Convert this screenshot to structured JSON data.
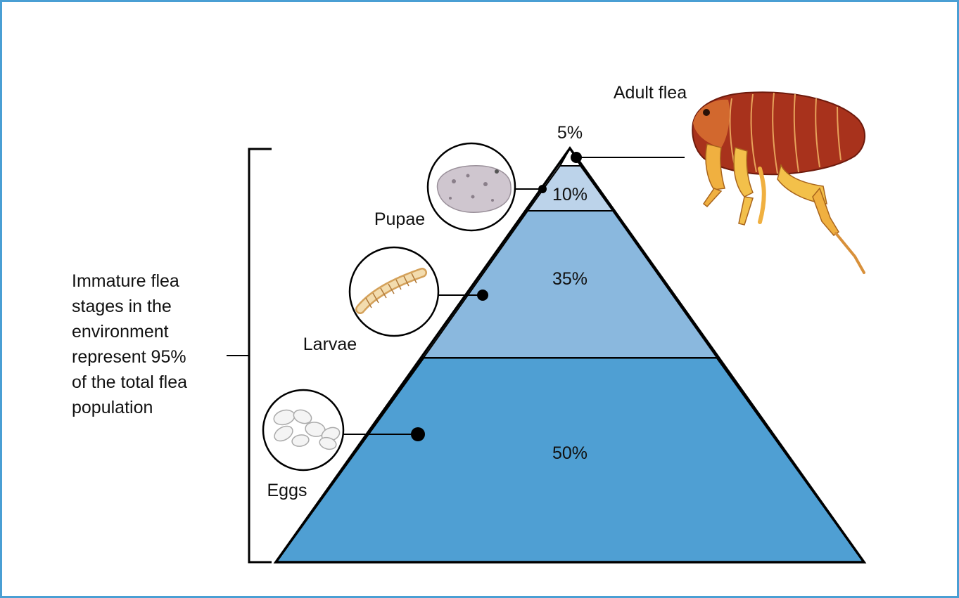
{
  "stages": [
    {
      "key": "adult",
      "label": "Adult flea",
      "percent": "5%",
      "fill": "#ffffff",
      "icon": "adult-flea-icon"
    },
    {
      "key": "pupae",
      "label": "Pupae",
      "percent": "10%",
      "fill": "#bcd3ea",
      "icon": "pupa-icon"
    },
    {
      "key": "larvae",
      "label": "Larvae",
      "percent": "35%",
      "fill": "#8ab8de",
      "icon": "larva-icon"
    },
    {
      "key": "eggs",
      "label": "Eggs",
      "percent": "50%",
      "fill": "#4f9fd3",
      "icon": "eggs-icon"
    }
  ],
  "bracket_note": {
    "lines": [
      "Immature flea",
      "stages in the",
      "environment",
      "represent 95%",
      "of the total flea",
      "population"
    ]
  },
  "colors": {
    "border": "#4a9fd4",
    "outline": "#000000"
  }
}
